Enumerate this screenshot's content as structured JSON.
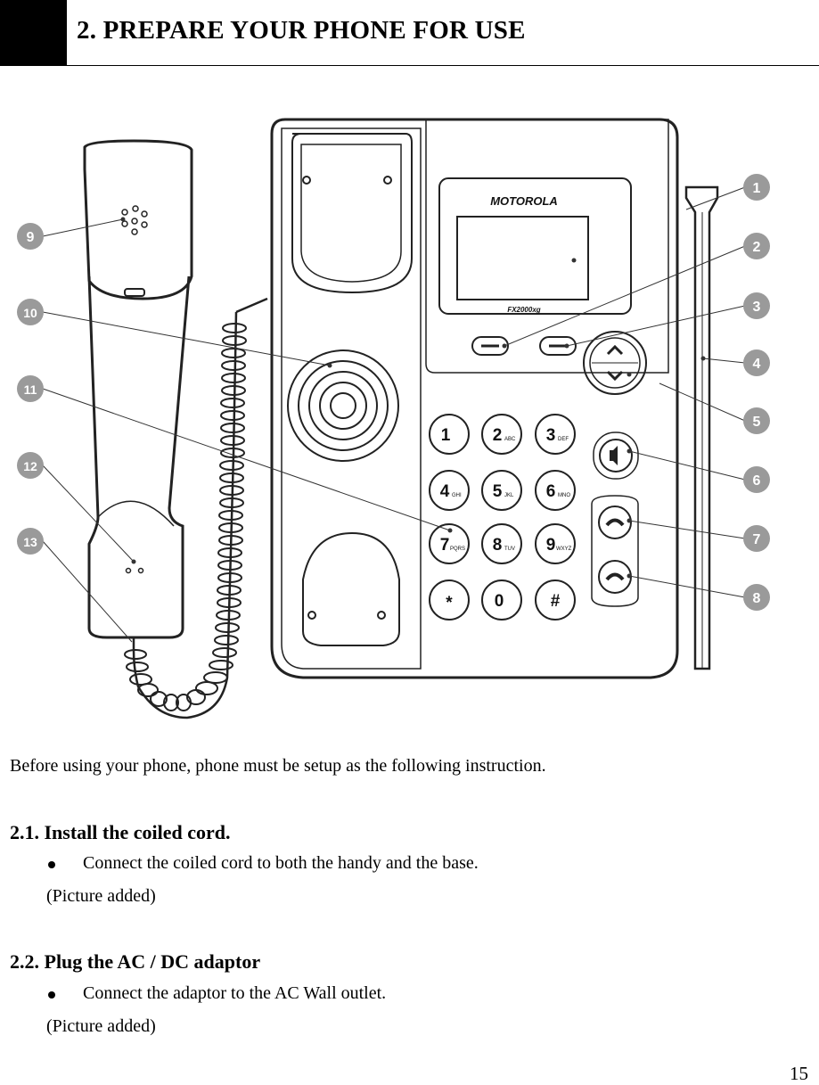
{
  "header": {
    "title": "2. PREPARE YOUR PHONE FOR USE"
  },
  "figure": {
    "brand": "MOTOROLA",
    "model": "FX2000xg",
    "callouts": [
      "1",
      "2",
      "3",
      "4",
      "5",
      "6",
      "7",
      "8",
      "9",
      "10",
      "11",
      "12",
      "13"
    ],
    "keypad": [
      {
        "digit": "1",
        "letters": ""
      },
      {
        "digit": "2",
        "letters": "ABC"
      },
      {
        "digit": "3",
        "letters": "DEF"
      },
      {
        "digit": "4",
        "letters": "GHI"
      },
      {
        "digit": "5",
        "letters": "JKL"
      },
      {
        "digit": "6",
        "letters": "MNO"
      },
      {
        "digit": "7",
        "letters": "PQRS"
      },
      {
        "digit": "8",
        "letters": "TUV"
      },
      {
        "digit": "9",
        "letters": "WXYZ"
      },
      {
        "digit": "*",
        "letters": ""
      },
      {
        "digit": "0",
        "letters": ""
      },
      {
        "digit": "#",
        "letters": ""
      }
    ]
  },
  "intro": "Before using your phone, phone must be setup as the following instruction.",
  "sections": [
    {
      "heading": "2.1. Install the coiled cord.",
      "bullet": "Connect the coiled cord to both the handy and the base.",
      "note": "(Picture added)"
    },
    {
      "heading": "2.2. Plug the AC / DC adaptor",
      "bullet": "Connect the adaptor to the AC Wall outlet.",
      "note": "(Picture added)"
    }
  ],
  "page_number": "15"
}
